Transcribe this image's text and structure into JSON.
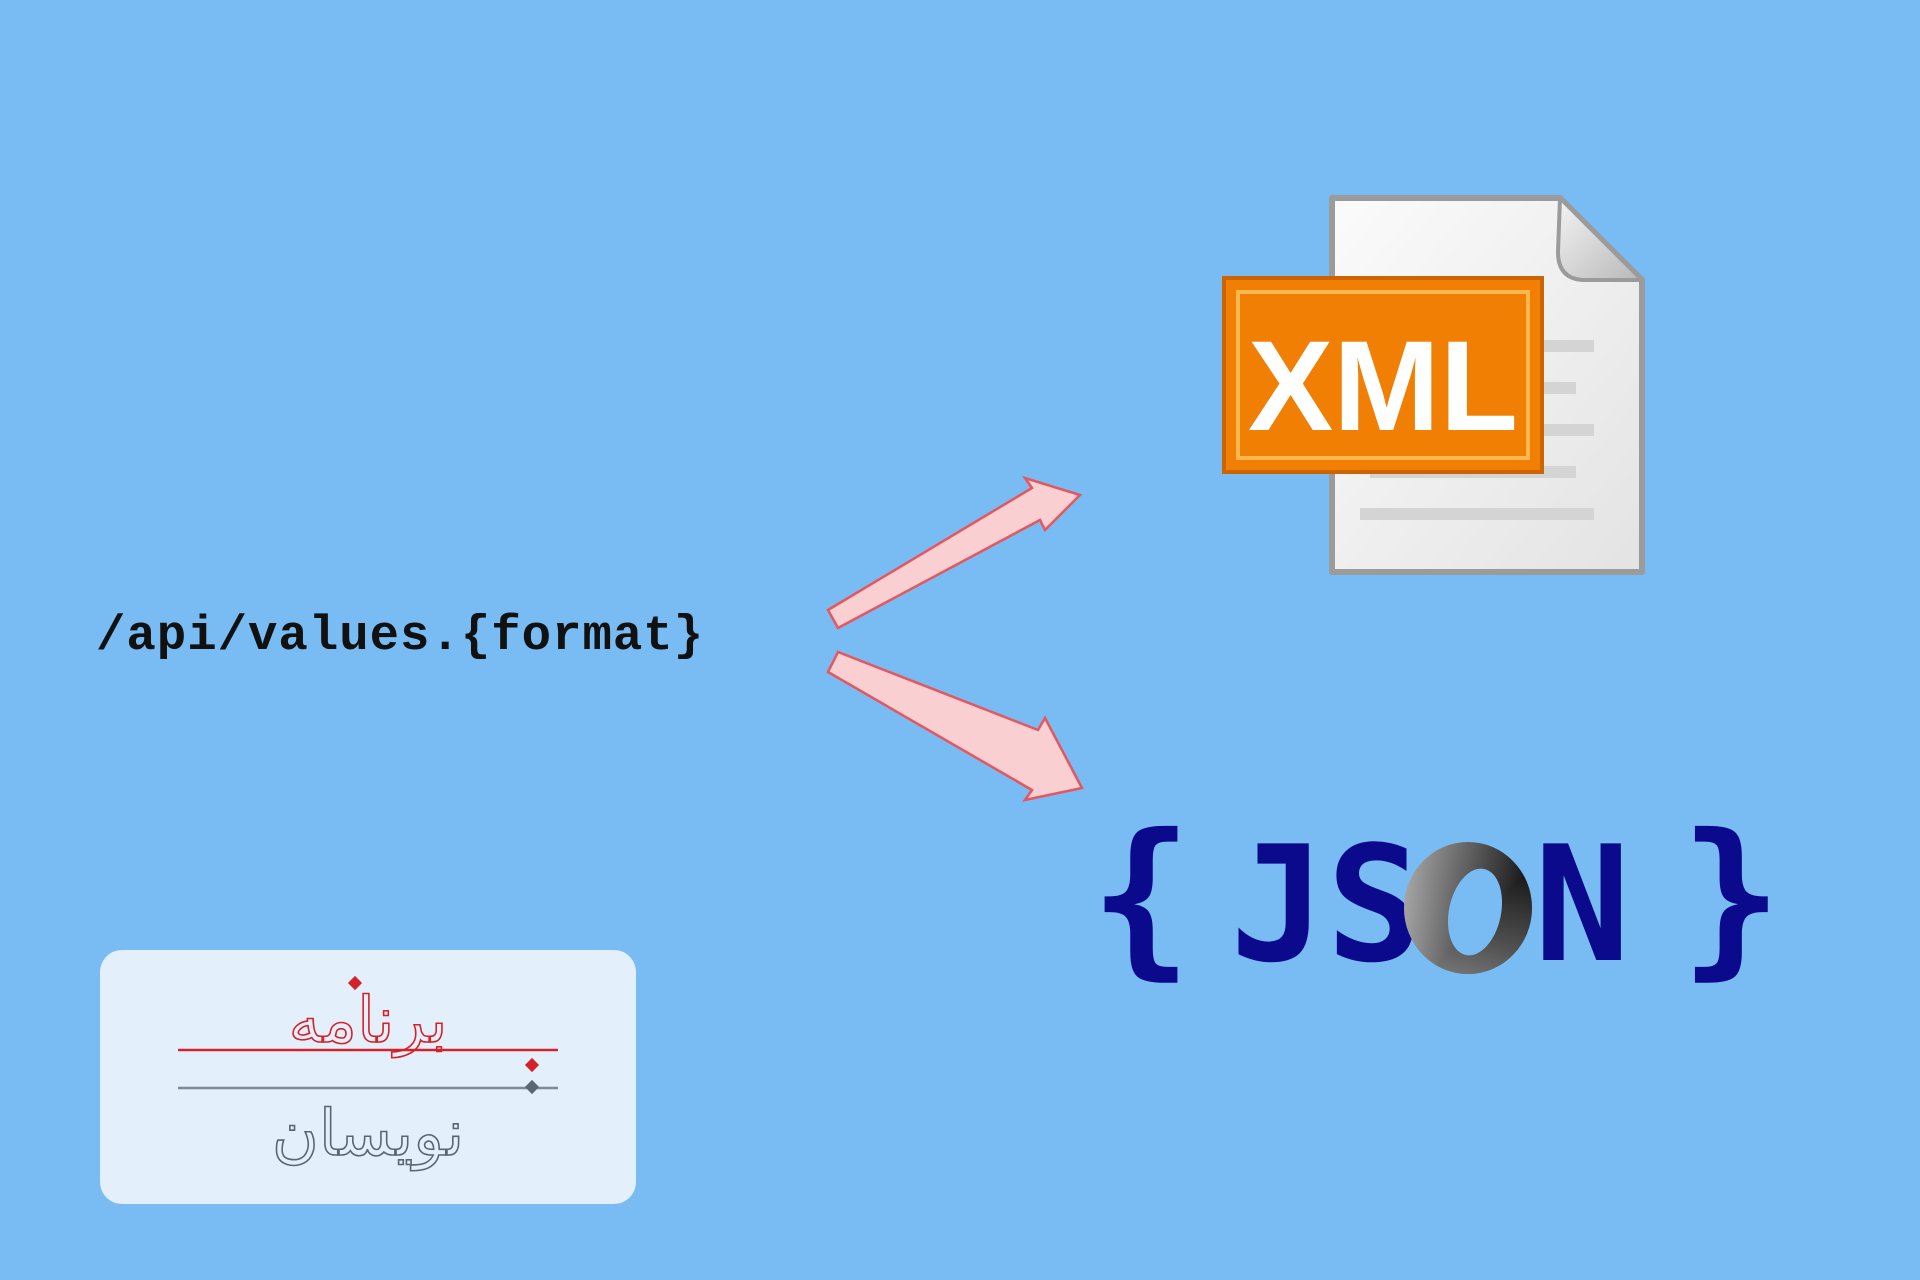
{
  "route": {
    "text": "/api/values.{format}"
  },
  "xml_badge": {
    "label": "XML",
    "badge_color": "#f07f03",
    "badge_inner_border_color": "#fbb750",
    "page_fill_color": "#efefef",
    "page_border_color": "#9b9b9b"
  },
  "json_logo": {
    "open_brace": "{",
    "left_text": "JS",
    "o_letter": "O",
    "right_text": "N",
    "close_brace": "}",
    "text_color": "#0c0a8c"
  },
  "arrows": {
    "fill_color": "#f9cfd2",
    "stroke_color": "#e4575f",
    "items": [
      "arrow-to-xml",
      "arrow-to-json"
    ]
  },
  "brand_logo": {
    "line1": "برنامه",
    "line2": "نویسان",
    "line1_color": "#d4222a",
    "line2_color": "#5a6670"
  },
  "background_color": "#79bbf3"
}
